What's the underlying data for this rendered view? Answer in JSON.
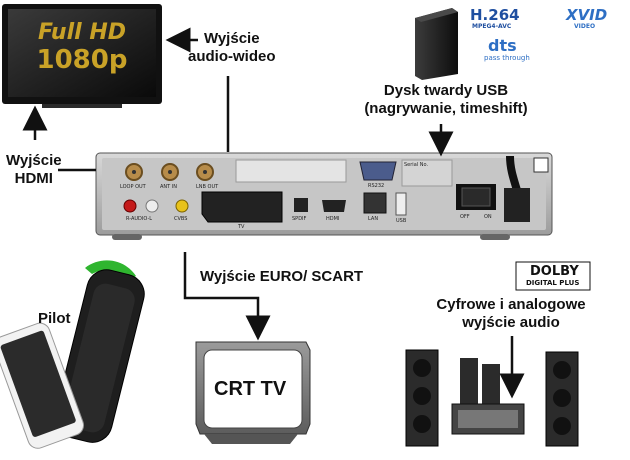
{
  "labels": {
    "av_out": [
      "Wyjście",
      "audio-wideo"
    ],
    "hdmi_out": [
      "Wyjście",
      "HDMI"
    ],
    "usb_disk": [
      "Dysk twardy USB",
      "(nagrywanie, timeshift)"
    ],
    "scart_out": "Wyjście EURO/ SCART",
    "remote": "Pilot",
    "audio_out": [
      "Cyfrowe i analogowe",
      "wyjście audio"
    ],
    "crt_tv": "CRT TV"
  },
  "tv_screen": {
    "line1": "Full HD",
    "line2": "1080p"
  },
  "logos": {
    "h264": "H.264",
    "h264_sub": "MPEG4-AVC",
    "xvid": "XVID",
    "xvid_sub": "VIDEO",
    "dts": "dts",
    "dts_sub": "pass through",
    "dolby": "DOLBY",
    "dolby_sub": "DIGITAL PLUS"
  },
  "receiver_ports": {
    "loop_out": "LOOP OUT",
    "ant_in": "ANT IN",
    "lnb_out": "LNB OUT",
    "r_audio_l": "R-AUDIO-L",
    "cvbs": "CVBS",
    "tv": "TV",
    "spdif": "SPDIF",
    "hdmi": "HDMI",
    "lan": "LAN",
    "rs232": "RS232",
    "usb": "USB",
    "off": "OFF",
    "on": "ON",
    "serial": "Serial No."
  },
  "colors": {
    "arrow": "#111111",
    "screen_gold": "#c9a227",
    "dark_device": "#1a1a1a"
  }
}
